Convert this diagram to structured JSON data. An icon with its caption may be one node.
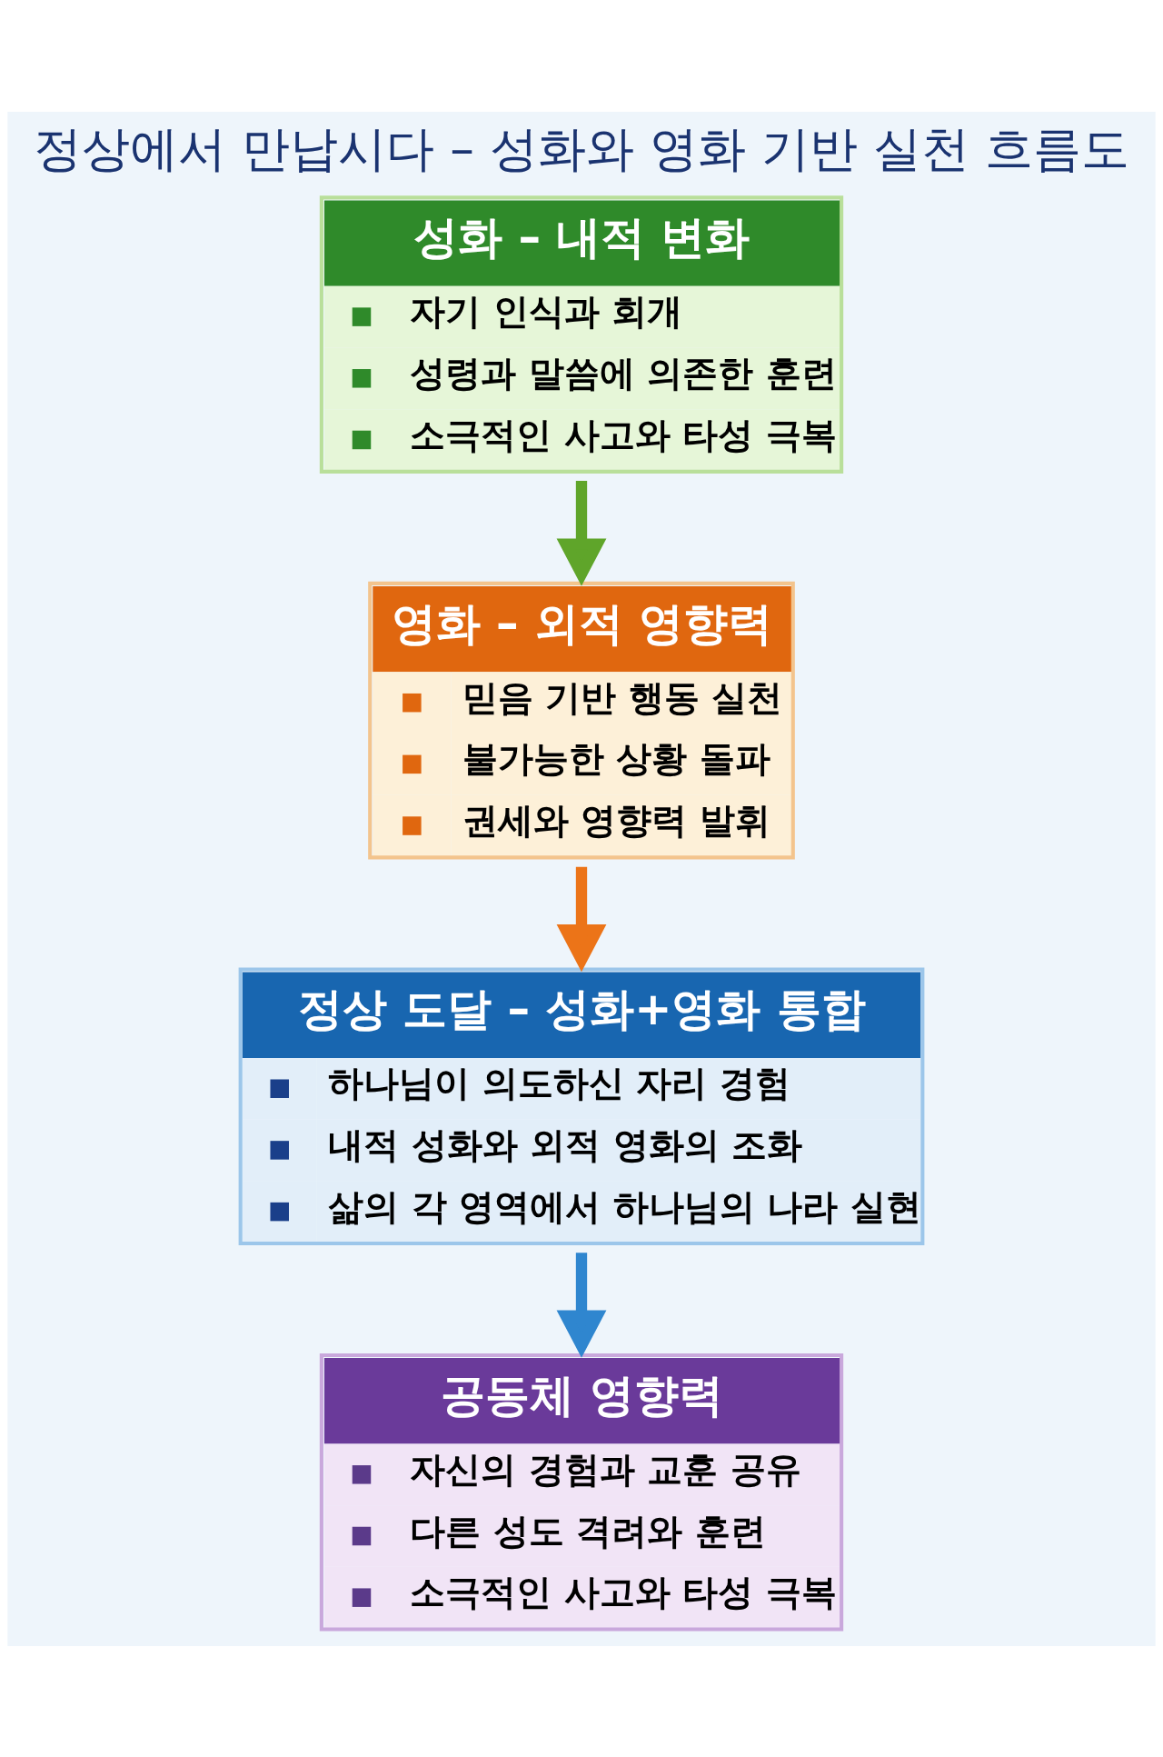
{
  "diagram": {
    "title": "정상에서 만납시다 – 성화와 영화 기반 실천 흐름도",
    "nodes": [
      {
        "text": [
          "성화 – 내적 변화",
          "자기 인식과 회개",
          "성령과 말씀에 의존한 훈련",
          "소극적인 사고와 타성 극복"
        ]
      },
      {
        "text": [
          "영화 – 외적 영향력",
          "믿음 기반 행동 실천",
          "불가능한 상황 돌파",
          "권세와 영향력 발휘"
        ]
      },
      {
        "text": [
          "정상 도달 – 성화+영화 통합",
          "하나님이 의도하신 자리 경험",
          "내적 성화와 외적 영화의 조화",
          "삶의 각 영역에서 하나님의 나라 실현"
        ]
      },
      {
        "text": [
          "공동체 영향력",
          "자신의 경험과 교훈 공유",
          "다른 성도 격려와 훈련",
          "소극적인 사고와 타성 극복"
        ]
      }
    ],
    "edges": [
      {
        "from": 0,
        "to": 1,
        "arrow": "to",
        "color": "#5fa52a"
      },
      {
        "from": 1,
        "to": 2,
        "arrow": "to",
        "color": "#ec7418"
      },
      {
        "from": 2,
        "to": 3,
        "arrow": "to",
        "color": "#2f86cf"
      }
    ]
  }
}
